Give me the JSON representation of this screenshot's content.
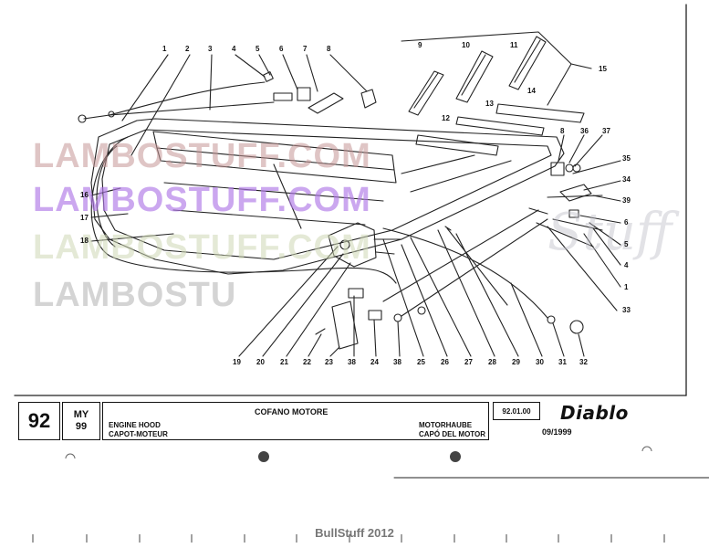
{
  "watermarks": [
    "LAMBOSTUFF.COM",
    "LAMBOSTUFF.COM",
    "LAMBOSTUFF.COM",
    "LAMBOSTU"
  ],
  "watermark_script": "Stuff",
  "callouts": [
    {
      "id": "c1",
      "label": "1"
    },
    {
      "id": "c2",
      "label": "2"
    },
    {
      "id": "c3",
      "label": "3"
    },
    {
      "id": "c4",
      "label": "4"
    },
    {
      "id": "c5",
      "label": "5"
    },
    {
      "id": "c6",
      "label": "6"
    },
    {
      "id": "c7",
      "label": "7"
    },
    {
      "id": "c8",
      "label": "8"
    },
    {
      "id": "c9",
      "label": "9"
    },
    {
      "id": "c10",
      "label": "10"
    },
    {
      "id": "c11",
      "label": "11"
    },
    {
      "id": "c12",
      "label": "12"
    },
    {
      "id": "c13",
      "label": "13"
    },
    {
      "id": "c14",
      "label": "14"
    },
    {
      "id": "c15",
      "label": "15"
    },
    {
      "id": "c8b",
      "label": "8"
    },
    {
      "id": "c36",
      "label": "36"
    },
    {
      "id": "c37",
      "label": "37"
    },
    {
      "id": "c35",
      "label": "35"
    },
    {
      "id": "c34",
      "label": "34"
    },
    {
      "id": "c39",
      "label": "39"
    },
    {
      "id": "c6b",
      "label": "6"
    },
    {
      "id": "c5b",
      "label": "5"
    },
    {
      "id": "c4b",
      "label": "4"
    },
    {
      "id": "c1b",
      "label": "1"
    },
    {
      "id": "c33",
      "label": "33"
    },
    {
      "id": "c16",
      "label": "16"
    },
    {
      "id": "c17",
      "label": "17"
    },
    {
      "id": "c18",
      "label": "18"
    },
    {
      "id": "c19",
      "label": "19"
    },
    {
      "id": "c20",
      "label": "20"
    },
    {
      "id": "c21",
      "label": "21"
    },
    {
      "id": "c22",
      "label": "22"
    },
    {
      "id": "c23",
      "label": "23"
    },
    {
      "id": "c38",
      "label": "38"
    },
    {
      "id": "c24",
      "label": "24"
    },
    {
      "id": "c38b",
      "label": "38"
    },
    {
      "id": "c25",
      "label": "25"
    },
    {
      "id": "c26",
      "label": "26"
    },
    {
      "id": "c27",
      "label": "27"
    },
    {
      "id": "c28",
      "label": "28"
    },
    {
      "id": "c29",
      "label": "29"
    },
    {
      "id": "c30",
      "label": "30"
    },
    {
      "id": "c31",
      "label": "31"
    },
    {
      "id": "c32",
      "label": "32"
    }
  ],
  "title_block": {
    "page_number": "92",
    "model_year_label": "MY",
    "model_year_value": "99",
    "title_it": "COFANO MOTORE",
    "title_en": "ENGINE HOOD",
    "title_fr": "CAPOT-MOTEUR",
    "title_de": "MOTORHAUBE",
    "title_es": "CAPÓ DEL MOTOR",
    "code": "92.01.00",
    "brand": "Diablo",
    "date": "09/1999"
  },
  "footer": "BullStuff 2012"
}
